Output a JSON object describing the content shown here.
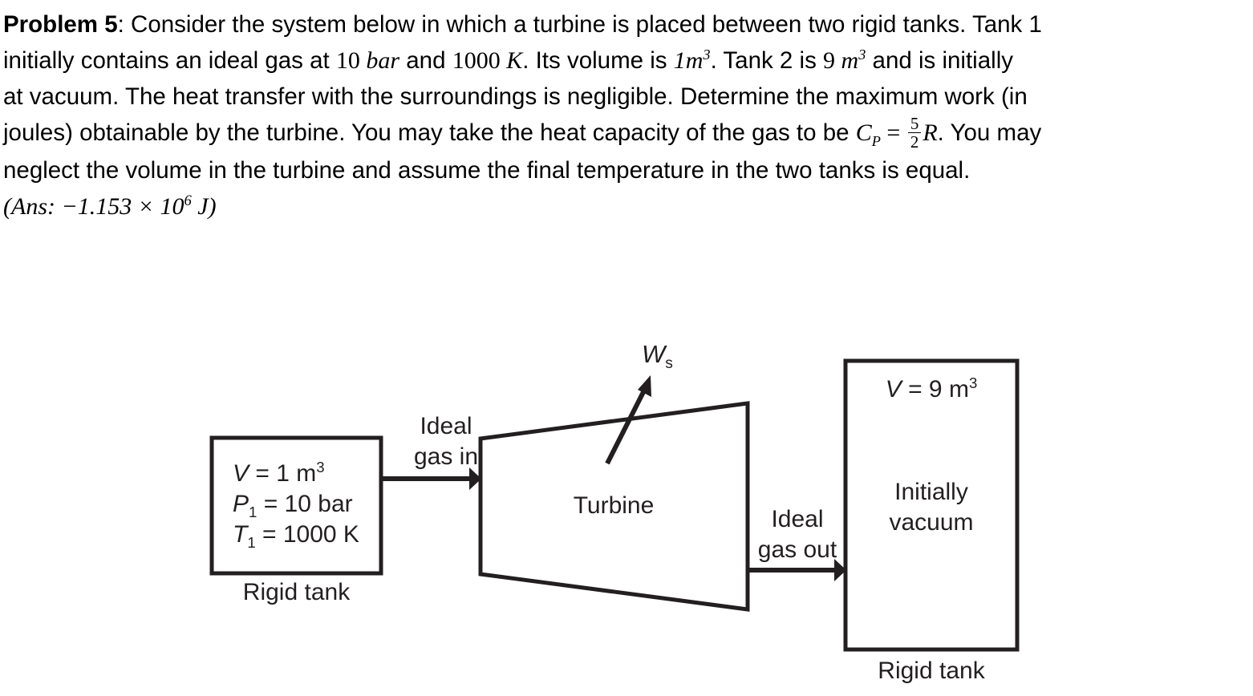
{
  "problem": {
    "label": "Problem 5",
    "colon": ": ",
    "line1_a": "Consider the system below in which a turbine is placed between two rigid tanks. Tank 1",
    "line2_a": "initially contains an ideal gas at ",
    "line2_bar_num": "10 ",
    "line2_bar_unit": "bar",
    "line2_b": " and ",
    "line2_k_num": "1000 ",
    "line2_k_unit": "K",
    "line2_c": ". Its volume is ",
    "line2_v1": "1m",
    "line2_v1_exp": "3",
    "line2_d": ". Tank 2 is ",
    "line2_v2_num": "9 ",
    "line2_v2_unit": "m",
    "line2_v2_exp": "3",
    "line2_e": " and is initially",
    "line3": "at vacuum. The heat transfer with the surroundings is negligible. Determine the maximum work (in",
    "line4_a": "joules) obtainable by the turbine. You may take the heat capacity of the gas to be ",
    "line4_cp": "C",
    "line4_cp_sub": "P",
    "line4_eq": " = ",
    "line4_frac_num": "5",
    "line4_frac_den": "2",
    "line4_R": "R",
    "line4_b": ". You may",
    "line5": "neglect the volume in the turbine and assume the final temperature in the two tanks is equal.",
    "answer_a": "(Ans: ",
    "answer_val": "−1.153 × 10",
    "answer_exp": "6",
    "answer_unit": " J",
    "answer_close": ")"
  },
  "diagram": {
    "work_symbol": "W",
    "work_sub": "s",
    "inlet_line1": "Ideal",
    "inlet_line2": "gas in",
    "outlet_line1": "Ideal",
    "outlet_line2": "gas out",
    "turbine_label": "Turbine",
    "tank1": {
      "caption": "Rigid tank",
      "v_sym": "V",
      "v_eq": " = 1 m",
      "v_exp": "3",
      "p_sym": "P",
      "p_sub": "1",
      "p_eq": " = 10 bar",
      "t_sym": "T",
      "t_sub": "1",
      "t_eq": " = 1000 K"
    },
    "tank2": {
      "caption": "Rigid tank",
      "v_sym": "V",
      "v_eq": " = 9 m",
      "v_exp": "3",
      "state_line1": "Initially",
      "state_line2": "vacuum"
    }
  },
  "colors": {
    "text": "#000000",
    "diagram_stroke": "#231f20",
    "background": "#ffffff"
  }
}
